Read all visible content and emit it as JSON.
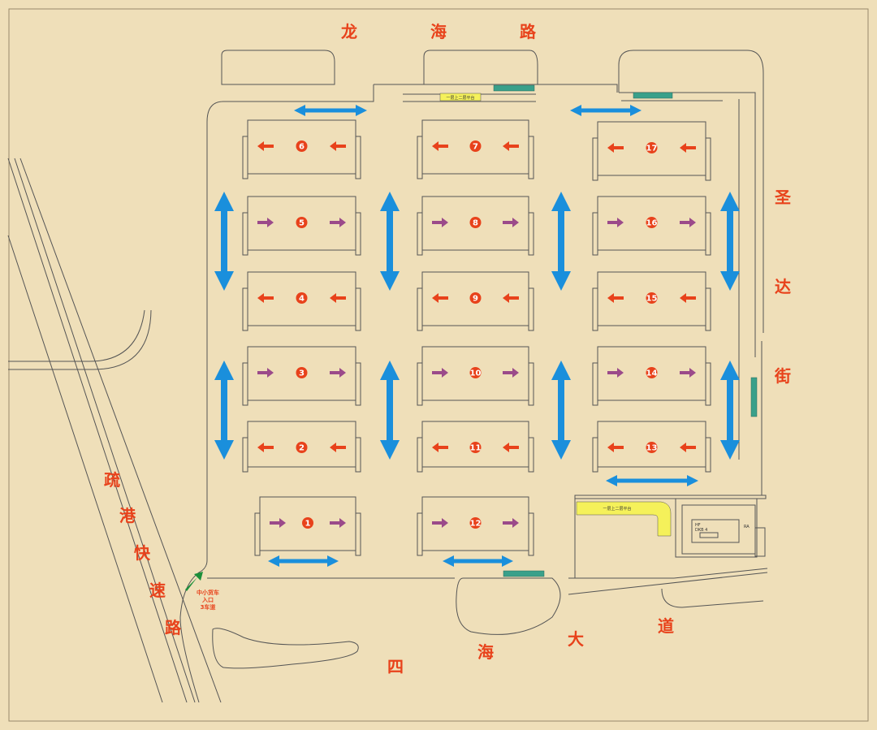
{
  "colors": {
    "background": "#efdfb9",
    "line": "#555555",
    "road_text": "#e8421b",
    "blue_arrow": "#1a8fdc",
    "orange_arrow": "#e8421b",
    "purple_arrow": "#9b4a8a",
    "entrance_arrow": "#1b8f3a",
    "ramp_yellow": "#f5f15a",
    "sign_teal": "#3aa08a"
  },
  "roads": {
    "north": [
      "龙",
      "海",
      "路"
    ],
    "east": [
      "圣",
      "达",
      "街"
    ],
    "south": [
      "四",
      "海",
      "大",
      "道"
    ],
    "west": [
      "疏",
      "港",
      "快",
      "速",
      "路"
    ]
  },
  "buildings": [
    {
      "number": "1",
      "arrow": "right"
    },
    {
      "number": "2",
      "arrow": "left"
    },
    {
      "number": "3",
      "arrow": "right"
    },
    {
      "number": "4",
      "arrow": "left"
    },
    {
      "number": "5",
      "arrow": "right"
    },
    {
      "number": "6",
      "arrow": "left"
    },
    {
      "number": "7",
      "arrow": "left"
    },
    {
      "number": "8",
      "arrow": "right"
    },
    {
      "number": "9",
      "arrow": "left"
    },
    {
      "number": "10",
      "arrow": "right"
    },
    {
      "number": "11",
      "arrow": "left"
    },
    {
      "number": "12",
      "arrow": "right"
    },
    {
      "number": "13",
      "arrow": "left"
    },
    {
      "number": "14",
      "arrow": "right"
    },
    {
      "number": "15",
      "arrow": "left"
    },
    {
      "number": "16",
      "arrow": "right"
    },
    {
      "number": "17",
      "arrow": "left"
    }
  ],
  "ramp_top_label": "一层上二层平台",
  "ramp_east_label": "一层上二层平台",
  "entrance": {
    "lines": [
      "中小货车",
      "入口",
      "3车道"
    ]
  }
}
